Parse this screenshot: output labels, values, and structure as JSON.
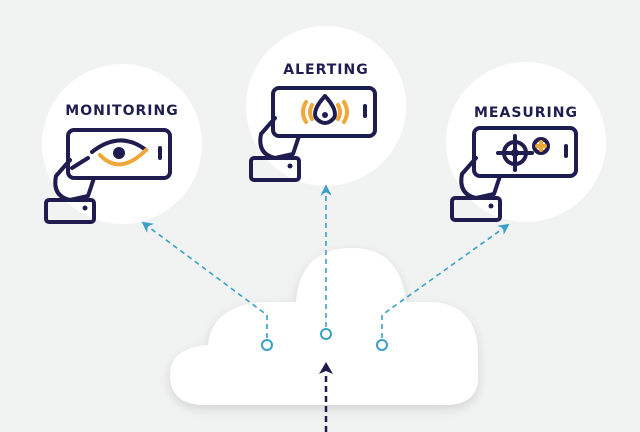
{
  "features": [
    {
      "label": "MONITORING",
      "icon": "eye-icon"
    },
    {
      "label": "ALERTING",
      "icon": "alarm-drop-icon"
    },
    {
      "label": "MEASURING",
      "icon": "target-icon"
    }
  ],
  "colors": {
    "navy": "#1f1d4f",
    "accent": "#f0a73a",
    "connector": "#3aa0c8",
    "background": "#f1f2f2"
  }
}
